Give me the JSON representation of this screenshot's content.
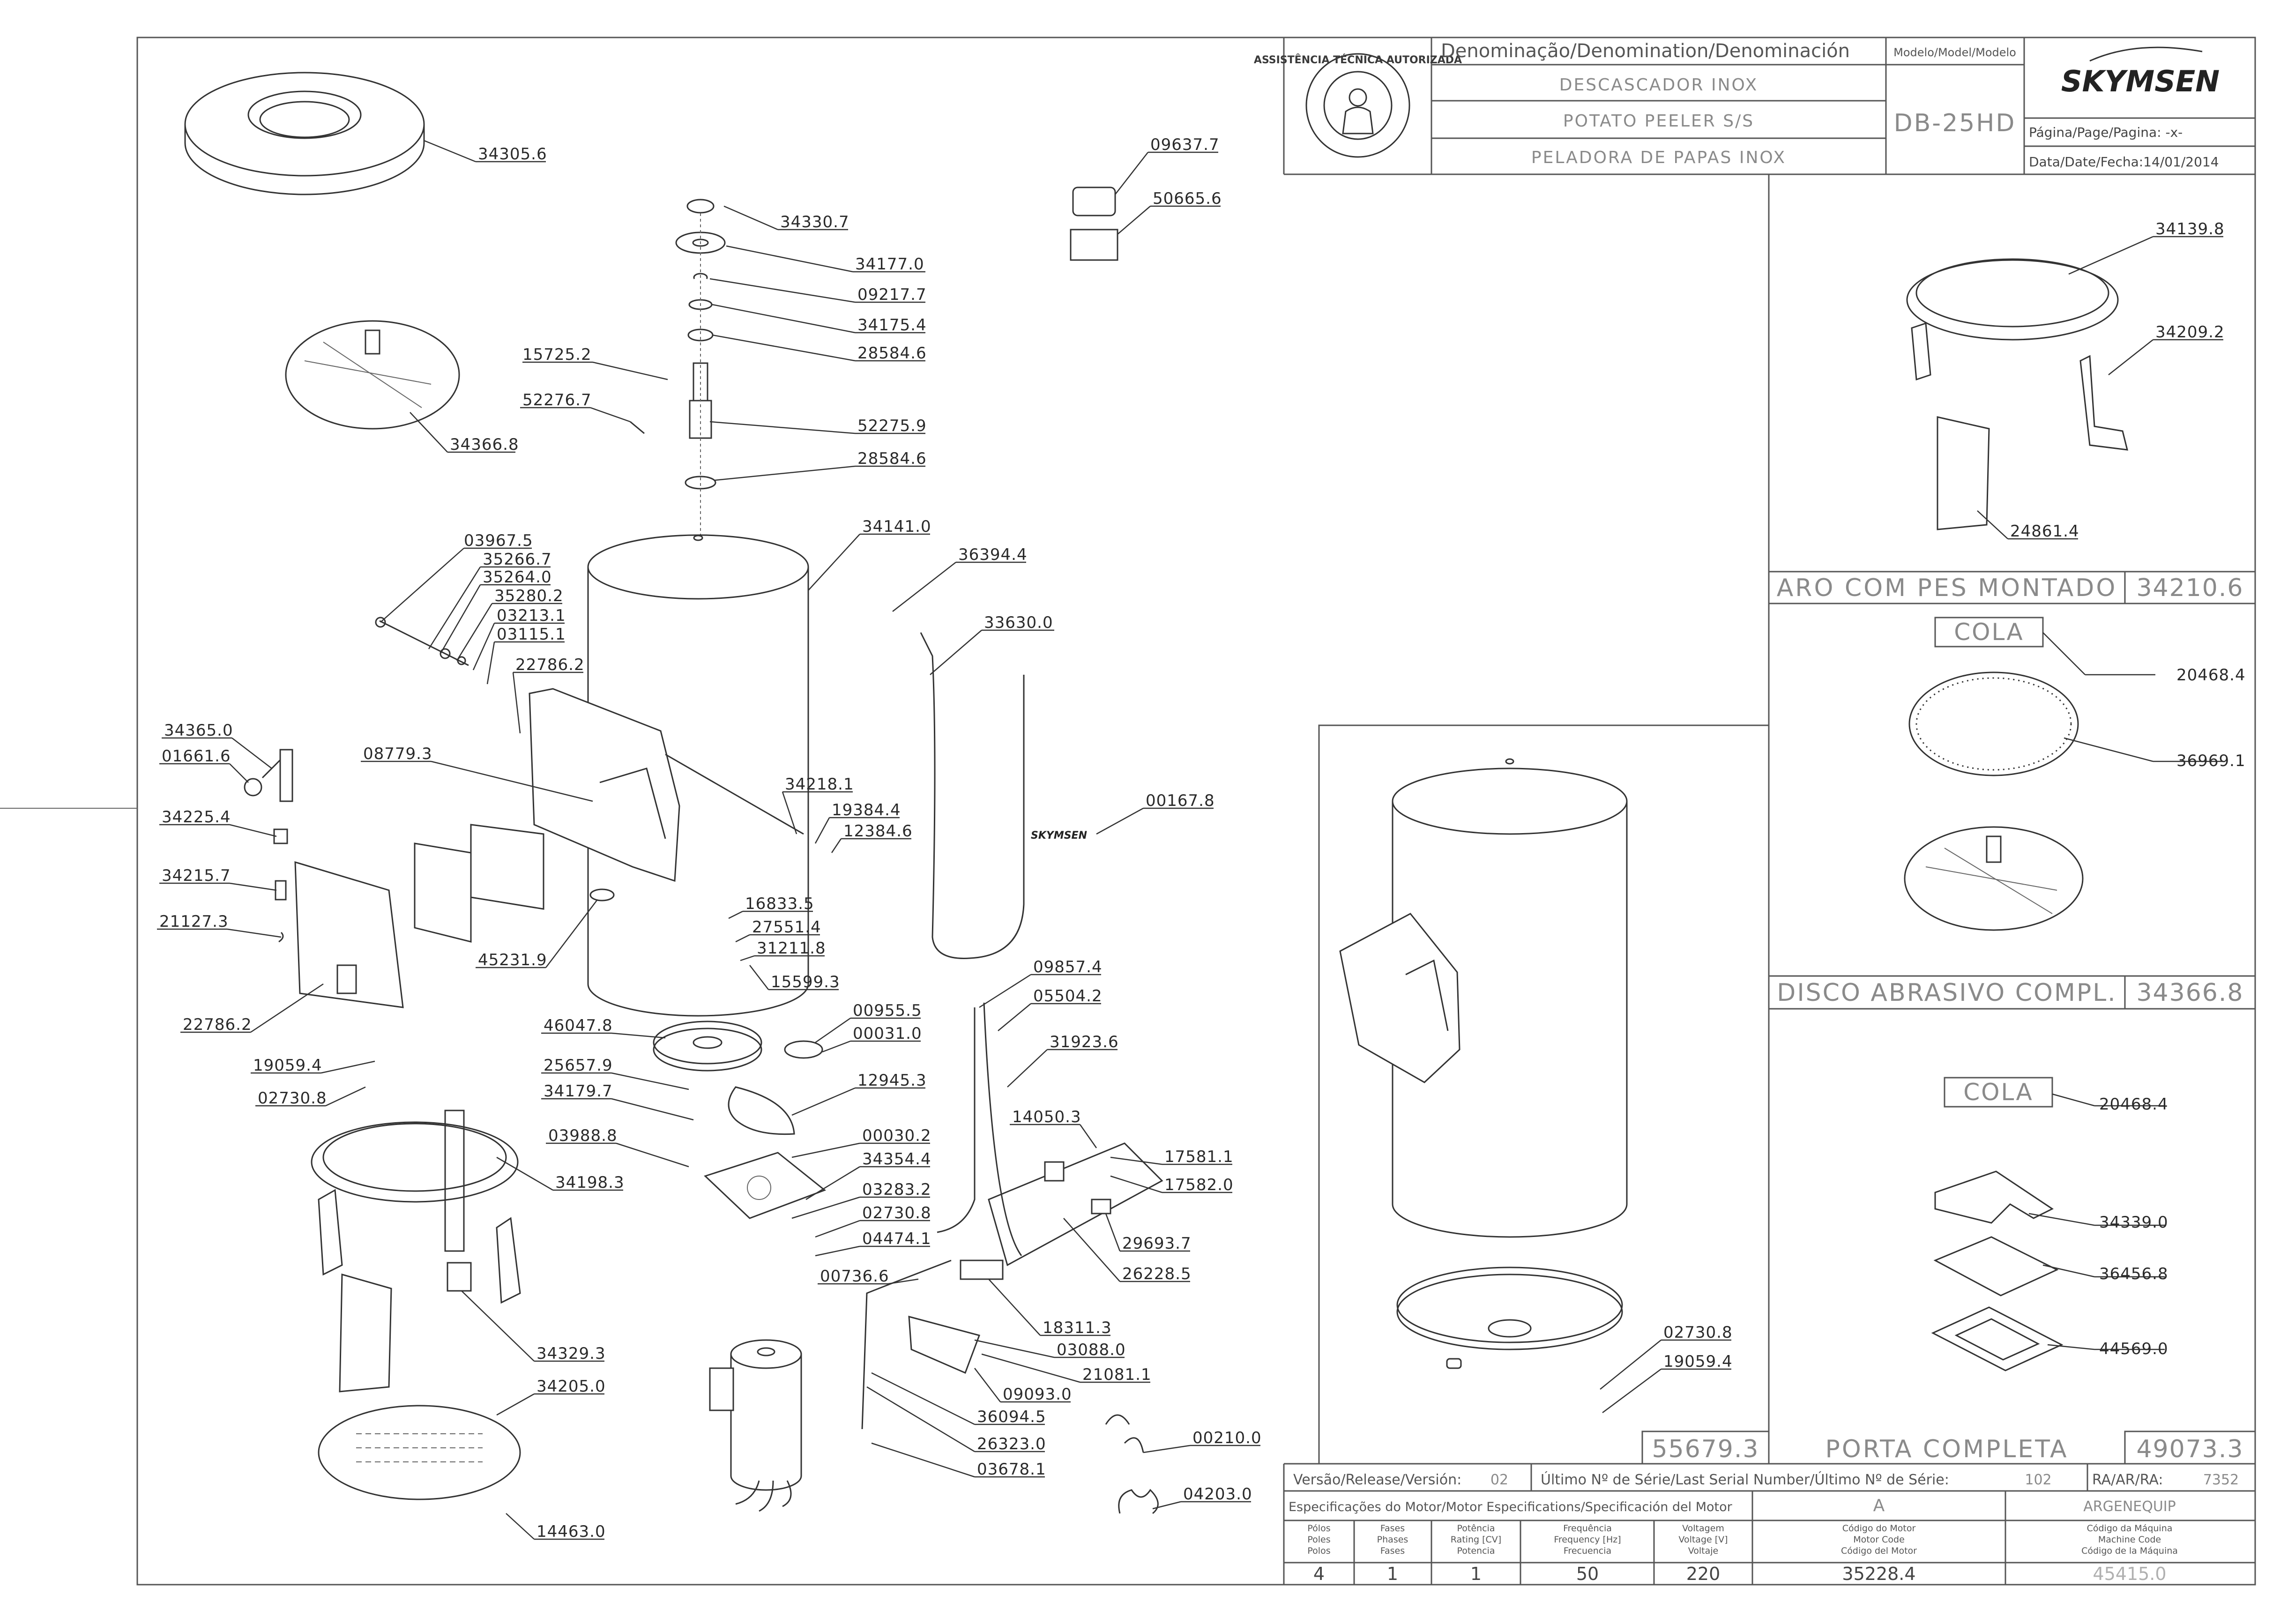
{
  "title_block": {
    "denomination_heading": "Denominação/Denomination/Denominación",
    "names": [
      "DESCASCADOR INOX",
      "POTATO PEELER S/S",
      "PELADORA DE PAPAS INOX"
    ],
    "model_heading": "Modelo/Model/Modelo",
    "model": "DB-25HD",
    "brand": "SKYMSEN",
    "page_label": "Página/Page/Pagina: -x-",
    "date_label": "Data/Date/Fecha:14/01/2014",
    "seal_text": "ASSISTÊNCIA TÉCNICA AUTORIZADA"
  },
  "main_parts": [
    "34305.6",
    "34330.7",
    "34177.0",
    "09217.7",
    "34175.4",
    "28584.6",
    "15725.2",
    "52276.7",
    "52275.9",
    "28584.6",
    "34366.8",
    "09637.7",
    "50665.6",
    "34141.0",
    "36394.4",
    "33630.0",
    "03967.5",
    "35266.7",
    "35264.0",
    "35280.2",
    "03213.1",
    "03115.1",
    "22786.2",
    "34365.0",
    "01661.6",
    "08779.3",
    "34218.1",
    "19384.4",
    "12384.6",
    "00167.8",
    "34225.4",
    "34215.7",
    "21127.3",
    "16833.5",
    "27551.4",
    "31211.8",
    "15599.3",
    "45231.9",
    "22786.2",
    "46047.8",
    "00955.5",
    "00031.0",
    "09857.4",
    "05504.2",
    "31923.6",
    "19059.4",
    "25657.9",
    "12945.3",
    "02730.8",
    "34179.7",
    "03988.8",
    "00030.2",
    "34354.4",
    "14050.3",
    "17581.1",
    "17582.0",
    "34198.3",
    "03283.2",
    "02730.8",
    "04474.1",
    "29693.7",
    "00736.6",
    "26228.5",
    "18311.3",
    "03088.0",
    "09093.0",
    "21081.1",
    "34329.3",
    "34205.0",
    "36094.5",
    "26323.0",
    "03678.1",
    "00210.0",
    "04203.0",
    "14463.0"
  ],
  "door_panel": {
    "labels": [
      "02730.8",
      "19059.4"
    ],
    "code": "55679.3"
  },
  "ring_panel": {
    "labels": [
      "34139.8",
      "34209.2",
      "24861.4"
    ],
    "caption": "ARO COM PES MONTADO",
    "code": "34210.6"
  },
  "disc_panel": {
    "cola": "COLA",
    "labels": [
      "20468.4",
      "36969.1"
    ],
    "caption": "DISCO ABRASIVO COMPL.",
    "code": "34366.8"
  },
  "porta_panel": {
    "cola": "COLA",
    "labels": [
      "20468.4",
      "34339.0",
      "36456.8",
      "44569.0"
    ],
    "caption": "PORTA COMPLETA",
    "code": "49073.3"
  },
  "footer": {
    "version_label": "Versão/Release/Versión:",
    "version_value": "02",
    "serial_label": "Último Nº de Série/Last Serial Number/Último Nº de Série:",
    "serial_value": "102",
    "ra_label": "RA/AR/RA:",
    "ra_value": "7352",
    "motor_spec_label": "Especificações do Motor/Motor Especifications/Specificación del Motor",
    "motor_letter": "A",
    "manufacturer": "ARGENEQUIP",
    "columns": [
      {
        "header": [
          "Pólos",
          "Poles",
          "Polos"
        ],
        "value": "4"
      },
      {
        "header": [
          "Fases",
          "Phases",
          "Fases"
        ],
        "value": "1"
      },
      {
        "header": [
          "Potência",
          "Rating [CV]",
          "Potencia"
        ],
        "value": "1"
      },
      {
        "header": [
          "Frequência",
          "Frequency [Hz]",
          "Frecuencia"
        ],
        "value": "50"
      },
      {
        "header": [
          "Voltagem",
          "Voltage [V]",
          "Voltaje"
        ],
        "value": "220"
      },
      {
        "header": [
          "Código do Motor",
          "Motor Code",
          "Código del Motor"
        ],
        "value": "35228.4"
      },
      {
        "header": [
          "Código da Máquina",
          "Machine Code",
          "Código de la Máquina"
        ],
        "value": "45415.0"
      }
    ]
  }
}
